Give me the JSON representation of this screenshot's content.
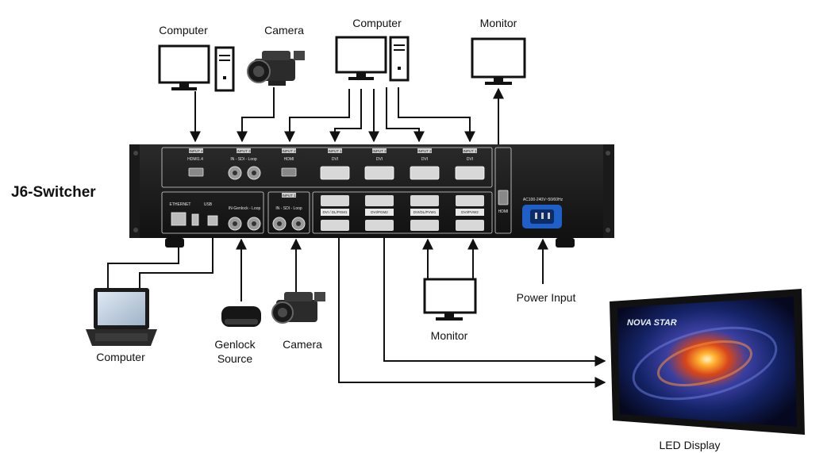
{
  "title": "J6-Switcher",
  "labels": {
    "computer_top_left": "Computer",
    "camera_top": "Camera",
    "computer_top_center": "Computer",
    "monitor_top_right": "Monitor",
    "computer_bottom": "Computer",
    "genlock_line1": "Genlock",
    "genlock_line2": "Source",
    "camera_bottom": "Camera",
    "monitor_bottom": "Monitor",
    "power_input": "Power Input",
    "led_display": "LED Display"
  },
  "device": {
    "input_tags": [
      "INPUT 4",
      "INPUT 3",
      "INPUT 2",
      "INPUT 1",
      "INPUT 3",
      "INPUT 2",
      "INPUT 1",
      "INPUT 1"
    ],
    "top_port_labels": [
      "HDMI1.4",
      "IN - SDI - Loop",
      "HDMI",
      "DVI",
      "DVI",
      "DVI",
      "DVI"
    ],
    "bottom_port_labels": [
      "ETHERNET",
      "USB",
      "IN-Genlock - Loop",
      "IN - SDI - Loop",
      "HDMI"
    ],
    "dvi_out_tags": [
      "DVI / DL/PGM1",
      "DVI/PGM2",
      "DVI/DL/PVW1",
      "DVI/PVW2"
    ],
    "power_spec": "AC100-240V~50/60Hz",
    "brand_on_screen": "NOVA STAR"
  },
  "colors": {
    "chassis": "#1c1c1c",
    "panel_line": "#d9d9d9",
    "power_socket": "#1f5fc8",
    "wire": "#111111"
  }
}
